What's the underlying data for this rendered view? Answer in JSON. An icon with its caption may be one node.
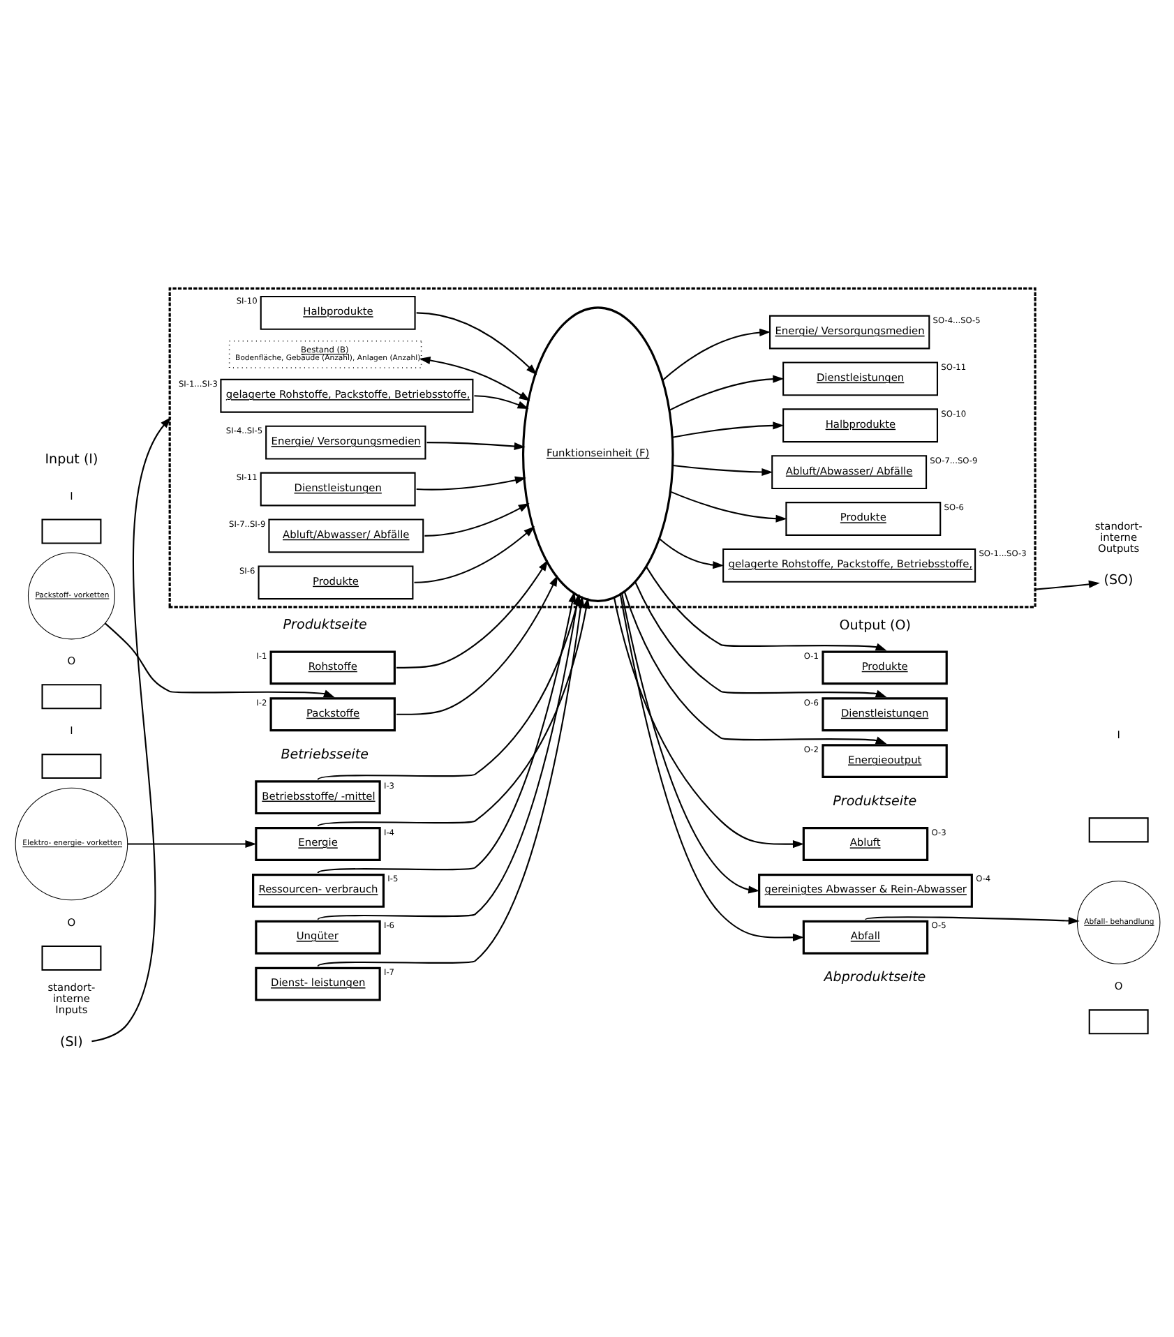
{
  "diagram": {
    "nodes": [
      {
        "text": [
          "Rohstoffe"
        ],
        "beside": [
          "I-1"
        ]
      },
      {
        "text": [
          "Packstoffe"
        ],
        "beside": [
          "I-2"
        ]
      },
      {
        "text": [
          "Betriebsstoffe/ -mittel"
        ],
        "beside": [
          "I-3"
        ]
      },
      {
        "text": [
          "Energie"
        ],
        "beside": [
          "I-4"
        ]
      },
      {
        "text": [
          "Ressourcen- verbrauch"
        ],
        "beside": [
          "I-5"
        ]
      },
      {
        "text": [
          "Ungüter"
        ],
        "beside": [
          "I-6"
        ]
      },
      {
        "text": [
          "Dienst- leistungen"
        ],
        "beside": [
          "I-7"
        ]
      },
      {
        "text": [],
        "shape": "box"
      },
      {
        "text": [
          "Packstoff- vorketten"
        ]
      },
      {
        "text": [],
        "shape": "box"
      },
      {
        "text": [],
        "shape": "box"
      },
      {
        "text": [
          "Elektro- energie- vorketten"
        ]
      },
      {
        "text": [],
        "shape": "box"
      },
      {
        "text": [],
        "shape": "box"
      },
      {
        "text": [
          "Bestand (B)",
          "Bodenfläche, Gebäude (Anzahl), Anlagen (Anzahl)"
        ],
        "in": 13
      },
      {
        "text": [
          "gelagerte Rohstoffe, Packstoffe, Betriebsstoffe,"
        ],
        "beside": [
          "SI-1...SI-3"
        ],
        "in": 13
      },
      {
        "text": [
          "Energie/ Versorgungsmedien"
        ],
        "beside": [
          "SI-4..SI-5"
        ],
        "in": 13
      },
      {
        "text": [
          "Produkte"
        ],
        "beside": [
          "SI-6"
        ],
        "in": 13
      },
      {
        "text": [
          "Abluft/Abwasser/ Abfälle"
        ],
        "beside": [
          "SI-7..SI-9"
        ],
        "in": 13
      },
      {
        "text": [
          "Halbprodukte"
        ],
        "beside": [
          "SI-10"
        ],
        "in": 13
      },
      {
        "text": [
          "Dienstleistungen"
        ],
        "beside": [
          "SI-11"
        ],
        "in": 13
      },
      {
        "text": [
          "Funktionseinheit (F)"
        ],
        "in": 13
      },
      {
        "text": [
          "gelagerte Rohstoffe, Packstoffe, Betriebsstoffe,"
        ],
        "beside": [
          "SO-1...SO-3"
        ],
        "in": 13
      },
      {
        "text": [
          "Energie/ Versorgungsmedien"
        ],
        "beside": [
          "SO-4...SO-5"
        ],
        "in": 13
      },
      {
        "text": [
          "Produkte"
        ],
        "beside": [
          "SO-6"
        ],
        "in": 13
      },
      {
        "text": [
          "Abluft/Abwasser/ Abfälle"
        ],
        "beside": [
          "SO-7...SO-9"
        ],
        "in": 13
      },
      {
        "text": [
          "Halbprodukte"
        ],
        "beside": [
          "SO-10"
        ],
        "in": 13
      },
      {
        "text": [
          "Dienstleistungen"
        ],
        "beside": [
          "SO-11"
        ],
        "in": 13
      },
      {
        "text": [
          "Produkte"
        ],
        "beside": [
          "O-1"
        ]
      },
      {
        "text": [
          "Dienstleistungen"
        ],
        "beside": [
          "O-6"
        ]
      },
      {
        "text": [
          "Energieoutput"
        ],
        "beside": [
          "O-2"
        ]
      },
      {
        "text": [
          "Abluft"
        ],
        "beside": [
          "O-3"
        ]
      },
      {
        "text": [
          "gereinigtes Abwasser & Rein-Abwasser"
        ],
        "beside": [
          "O-4"
        ]
      },
      {
        "text": [
          "Abfall"
        ],
        "beside": [
          "O-5"
        ]
      },
      {
        "text": [],
        "shape": "box"
      },
      {
        "text": [
          "Abfall- behandlung"
        ]
      },
      {
        "text": [],
        "shape": "box"
      },
      {
        "text": [
          "(SI)"
        ]
      },
      {
        "text": [
          "(SO)"
        ]
      }
    ],
    "edges": [
      {
        "from": 0,
        "to": 21,
        "arrow": "to"
      },
      {
        "from": 1,
        "to": 21,
        "arrow": "to"
      },
      {
        "from": 2,
        "to": 21,
        "arrow": "to"
      },
      {
        "from": 3,
        "to": 21,
        "arrow": "to"
      },
      {
        "from": 4,
        "to": 21,
        "arrow": "to"
      },
      {
        "from": 5,
        "to": 21,
        "arrow": "to"
      },
      {
        "from": 6,
        "to": 21,
        "arrow": "to"
      },
      {
        "from": 8,
        "to": 1,
        "arrow": "to"
      },
      {
        "from": 11,
        "to": 3,
        "arrow": "to"
      },
      {
        "from": 37,
        "to": 13,
        "arrow": "to"
      },
      {
        "from": 14,
        "to": 21,
        "arrow": "both"
      },
      {
        "from": 15,
        "to": 21,
        "arrow": "to"
      },
      {
        "from": 16,
        "to": 21,
        "arrow": "to"
      },
      {
        "from": 17,
        "to": 21,
        "arrow": "to"
      },
      {
        "from": 18,
        "to": 21,
        "arrow": "to"
      },
      {
        "from": 19,
        "to": 21,
        "arrow": "to"
      },
      {
        "from": 20,
        "to": 21,
        "arrow": "to"
      },
      {
        "from": 21,
        "to": 22,
        "arrow": "to"
      },
      {
        "from": 21,
        "to": 23,
        "arrow": "to"
      },
      {
        "from": 21,
        "to": 24,
        "arrow": "to"
      },
      {
        "from": 21,
        "to": 25,
        "arrow": "to"
      },
      {
        "from": 21,
        "to": 26,
        "arrow": "to"
      },
      {
        "from": 21,
        "to": 27,
        "arrow": "to"
      },
      {
        "from": 13,
        "to": 38,
        "arrow": "to"
      },
      {
        "from": 21,
        "to": 28,
        "arrow": "to"
      },
      {
        "from": 21,
        "to": 29,
        "arrow": "to"
      },
      {
        "from": 21,
        "to": 30,
        "arrow": "to"
      },
      {
        "from": 21,
        "to": 31,
        "arrow": "to"
      },
      {
        "from": 21,
        "to": 32,
        "arrow": "to"
      },
      {
        "from": 21,
        "to": 33,
        "arrow": "to"
      },
      {
        "from": 33,
        "to": 35,
        "arrow": "to"
      }
    ],
    "labels": [
      "Produktseite",
      "Betriebsseite",
      "I",
      "Input (I)",
      "I",
      "O",
      "O",
      "standort- interne Inputs",
      "standort- interne Outputs",
      "Output (O)",
      "I",
      "Produktseite",
      "Abproduktseite",
      "O"
    ]
  }
}
